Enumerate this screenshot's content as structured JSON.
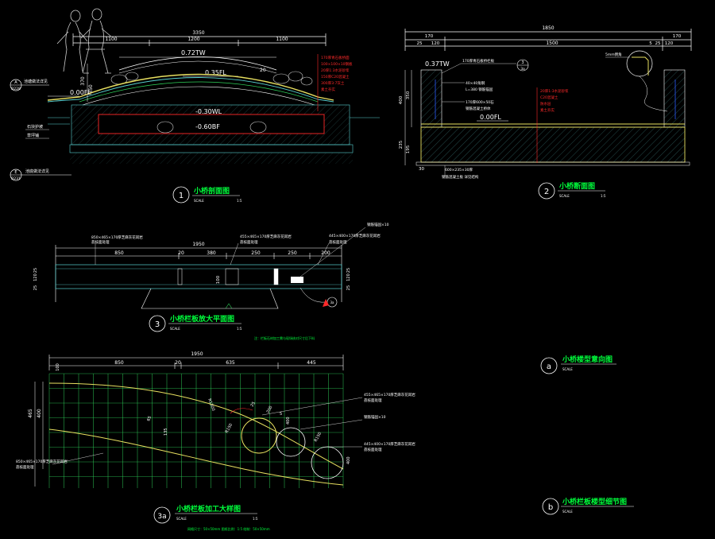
{
  "colors": {
    "background": "#000000",
    "dimension": "#ffffff",
    "title": "#00ff3c",
    "note": "#ff2a2a",
    "grid": "#2fd25a",
    "hatch": "#58d0d0",
    "curve": "#e8e060",
    "accent_blue": "#2a5cff"
  },
  "drawing1": {
    "number": "1",
    "title": "小桥剖面图",
    "scale_label": "SCALE",
    "scale": "1:5",
    "top_dim": "3350",
    "sub_dims": [
      "1100",
      "1200",
      "1100"
    ],
    "elev_top": "0.72TW",
    "elev_mid": "0.35FL",
    "elev_left": "0.00FL",
    "elev_water": "-0.30WL",
    "elev_bottom": "-0.60BF",
    "callout_left_num": "A",
    "callout_left_ref": "B228",
    "callout_left_text": "池塘做法详见",
    "callout_bottom_num": "E",
    "callout_bottom_ref": "B231",
    "callout_bottom_text": "池底做法详见",
    "left_notes": [
      "石块护坡",
      "草坪铺"
    ],
    "vert_dims": [
      "370",
      "350"
    ],
    "mid_dim": "20",
    "right_notes": [
      "170厚青石板桥面",
      "100×100×10钢板",
      "20厚1:3水泥砂浆",
      "150厚C20混凝土",
      "300厚3:7灰土",
      "素土夯实"
    ]
  },
  "drawing2": {
    "number": "2",
    "title": "小桥断面图",
    "scale_label": "SCALE",
    "scale": "1:5",
    "top_dim": "1850",
    "sub_dims_left": [
      "170",
      "25",
      "120"
    ],
    "sub_dims_right": [
      "5",
      "25",
      "120",
      "170"
    ],
    "center_dim": "1500",
    "elev_top": "0.37TW",
    "elev_floor": "0.00FL",
    "detail_ref_num": "3",
    "detail_ref_sheet": "3a",
    "detail_label": "5mm倒角",
    "vert_dims": [
      "400",
      "350",
      "235",
      "195"
    ],
    "bottom_dim": "30",
    "leaders": [
      "170厚青石板桥栏板",
      "40×40角钢",
      "L=380 钢筋锚固",
      "170厚600×50石",
      "钢筋混凝土桥体"
    ],
    "right_notes": [
      "20厚1:3水泥砂浆",
      "C20混凝土",
      "防水层",
      "素土夯实"
    ],
    "bottom_note": "600×235×30厚",
    "bottom_note2": "钢筋混凝土板 详见结构"
  },
  "drawing3": {
    "number": "3",
    "title": "小桥栏板放大平面图",
    "scale_label": "SCALE",
    "scale": "1:5",
    "top_dim": "1950",
    "dims": [
      "850",
      "20",
      "380",
      "250",
      "250",
      "200"
    ],
    "left_dims": [
      "25",
      "120",
      "25"
    ],
    "right_dims": [
      "25",
      "120",
      "25"
    ],
    "inner_dim": "100",
    "labels": [
      "850×465×170厚芝麻灰花岗岩",
      "455×465×170厚芝麻灰花岗岩",
      "445×400×170厚芝麻灰花岗岩"
    ],
    "sublabels": [
      "荔枝面处理",
      "荔枝面处理",
      "荔枝面处理"
    ],
    "anchor_note": "钢筋锚固×10",
    "callout_ref": "3a",
    "footnote": "注：栏板石材加工需与现场核对尺寸后下料"
  },
  "drawing3a": {
    "number": "3a",
    "title": "小桥栏板加工大样图",
    "scale_label": "SCALE",
    "scale": "1:5",
    "top_dim": "1950",
    "dims": [
      "850",
      "20",
      "635",
      "445"
    ],
    "left_dims": [
      "465",
      "400"
    ],
    "small_dim": "100",
    "radii": [
      "R1300",
      "R150",
      "R150"
    ],
    "misc_dims": [
      "25",
      "200",
      "5",
      "135",
      "65",
      "400",
      "400"
    ],
    "labels": [
      "455×465×170厚芝麻灰花岗岩",
      "荔枝面处理",
      "钢筋锚固×10",
      "445×400×170厚芝麻灰花岗岩",
      "荔枝面处理",
      "850×465×170厚芝麻灰花岗岩",
      "荔枝面处理"
    ],
    "footnote": "网格尺寸：50×50mm   图纸比例：1:5   绘制：50×50mm"
  },
  "detail_a": {
    "number": "a",
    "title": "小桥楼型意向图",
    "scale_label": "SCALE"
  },
  "detail_b": {
    "number": "b",
    "title": "小桥栏板楼型细节图",
    "scale_label": "SCALE"
  }
}
